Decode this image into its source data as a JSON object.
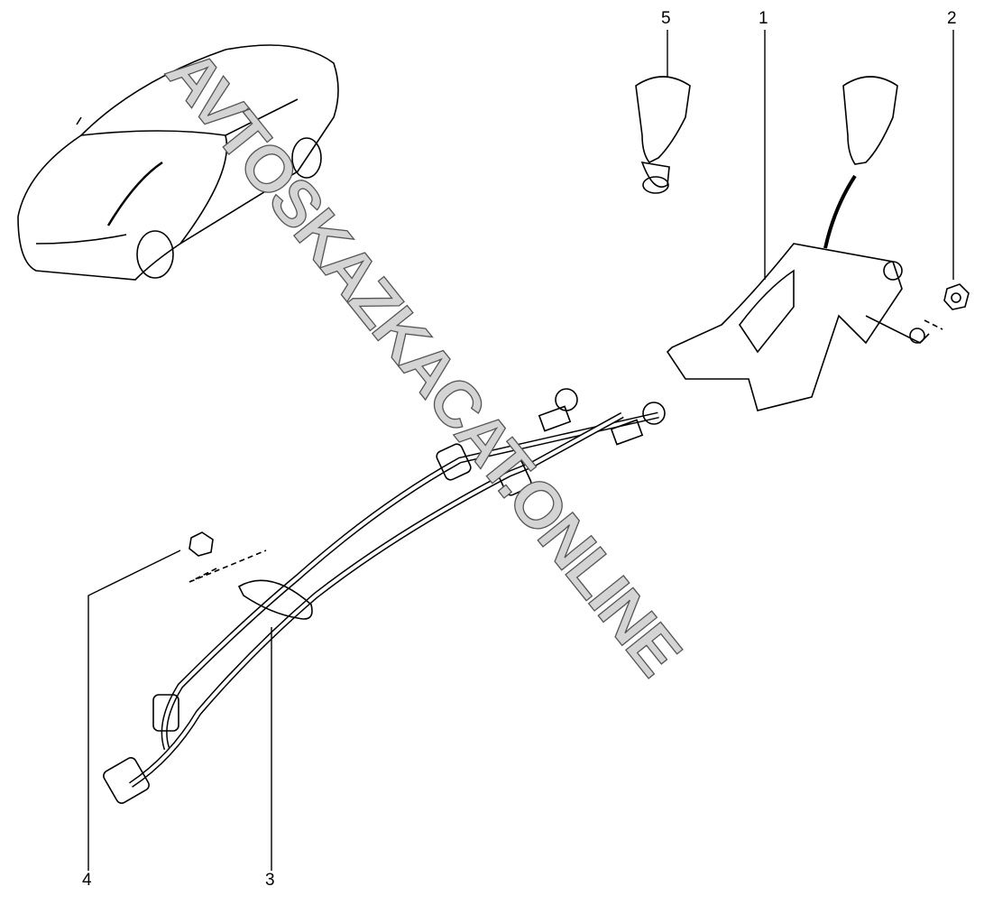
{
  "callouts": [
    {
      "number": "5",
      "part": "shift-knob"
    },
    {
      "number": "1",
      "part": "gear-shift-mechanism"
    },
    {
      "number": "2",
      "part": "nut"
    },
    {
      "number": "3",
      "part": "gearshift-cables"
    },
    {
      "number": "4",
      "part": "nut"
    }
  ],
  "watermark": "AVTOSKAZKACAT.ONLINE"
}
